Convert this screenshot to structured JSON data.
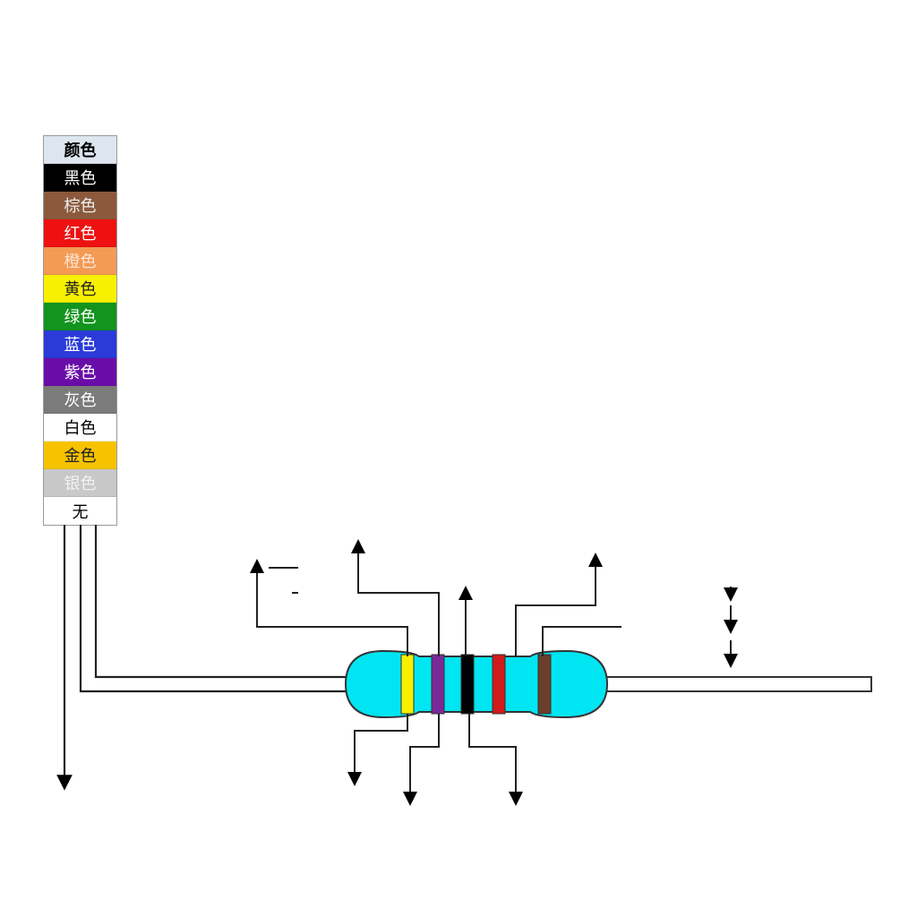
{
  "legend": {
    "header": "颜色",
    "header_color": "#dde6ee",
    "rows": [
      {
        "label": "黑色",
        "color": "#000000",
        "text_color": "#ffffff"
      },
      {
        "label": "棕色",
        "color": "#8b5a3c",
        "text_color": "#eeeeee"
      },
      {
        "label": "红色",
        "color": "#ee1111",
        "text_color": "#ffffff"
      },
      {
        "label": "橙色",
        "color": "#f39a55",
        "text_color": "#fde5d2"
      },
      {
        "label": "黄色",
        "color": "#f7f000",
        "text_color": "#222222"
      },
      {
        "label": "绿色",
        "color": "#12941e",
        "text_color": "#ffffff"
      },
      {
        "label": "蓝色",
        "color": "#2a3bd8",
        "text_color": "#ffffff"
      },
      {
        "label": "紫色",
        "color": "#6a0da8",
        "text_color": "#ffffff"
      },
      {
        "label": "灰色",
        "color": "#7b7b7b",
        "text_color": "#ffffff"
      },
      {
        "label": "白色",
        "color": "#ffffff",
        "text_color": "#000000"
      },
      {
        "label": "金色",
        "color": "#f7c300",
        "text_color": "#222222"
      },
      {
        "label": "银色",
        "color": "#c8c8c8",
        "text_color": "#f2f2f2"
      },
      {
        "label": "无",
        "color": "#ffffff",
        "text_color": "#000000"
      }
    ]
  },
  "resistor": {
    "body_color": "#00e5f2",
    "bands": [
      {
        "name": "yellow",
        "color": "#f7f000"
      },
      {
        "name": "violet",
        "color": "#7a2a98"
      },
      {
        "name": "black",
        "color": "#000000"
      },
      {
        "name": "red",
        "color": "#d11a1a"
      },
      {
        "name": "brown",
        "color": "#6b3f2c"
      }
    ]
  }
}
